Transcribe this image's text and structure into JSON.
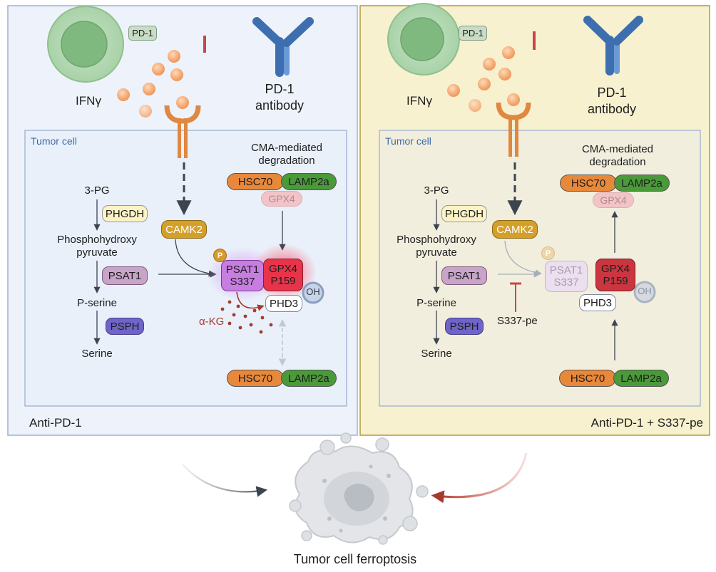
{
  "panels": {
    "left": {
      "footer": "Anti-PD-1",
      "receptor_label": "PD-1",
      "cytokine_label": "IFNγ",
      "antibody_label_line1": "PD-1",
      "antibody_label_line2": "antibody",
      "tumor_label": "Tumor cell",
      "cma_line1": "CMA-mediated",
      "cma_line2": "degradation",
      "pathway": {
        "pg": "3-PG",
        "phgdh": "PHGDH",
        "php_line1": "Phosphohydroxy",
        "php_line2": "pyruvate",
        "psat1": "PSAT1",
        "pserine": "P-serine",
        "psph": "PSPH",
        "serine": "Serine"
      },
      "camk2": "CAMK2",
      "hsc70_top": "HSC70",
      "lamp2a_top": "LAMP2a",
      "gpx4_faded": "GPX4",
      "psat1_complex_line1": "PSAT1",
      "psat1_complex_line2": "S337",
      "gpx4_complex_line1": "GPX4",
      "gpx4_complex_line2": "P159",
      "phospho": "P",
      "oh": "OH",
      "phd3": "PHD3",
      "akg": "α-KG",
      "hsc70_bottom": "HSC70",
      "lamp2a_bottom": "LAMP2a"
    },
    "right": {
      "footer": "Anti-PD-1 + S337-pe",
      "receptor_label": "PD-1",
      "cytokine_label": "IFNγ",
      "antibody_label_line1": "PD-1",
      "antibody_label_line2": "antibody",
      "tumor_label": "Tumor cell",
      "cma_line1": "CMA-mediated",
      "cma_line2": "degradation",
      "pathway": {
        "pg": "3-PG",
        "phgdh": "PHGDH",
        "php_line1": "Phosphohydroxy",
        "php_line2": "pyruvate",
        "psat1": "PSAT1",
        "pserine": "P-serine",
        "psph": "PSPH",
        "serine": "Serine"
      },
      "camk2": "CAMK2",
      "hsc70_top": "HSC70",
      "lamp2a_top": "LAMP2a",
      "gpx4_faded": "GPX4",
      "psat1_complex_line1": "PSAT1",
      "psat1_complex_line2": "S337",
      "gpx4_complex_line1": "GPX4",
      "gpx4_complex_line2": "P159",
      "phospho": "P",
      "oh": "OH",
      "phd3": "PHD3",
      "inhibitor": "S337-pe",
      "hsc70_bottom": "HSC70",
      "lamp2a_bottom": "LAMP2a"
    }
  },
  "bottom": {
    "ferroptosis_label": "Tumor cell ferroptosis"
  },
  "colors": {
    "left_panel_bg": "#eef3fb",
    "right_panel_bg": "#f7f1cf",
    "hsc70": "#e8883a",
    "lamp2a": "#4a9a3a",
    "camk2": "#d4a02a",
    "gpx4": "#e8344a",
    "psat1_complex": "#c77ee0",
    "psph": "#6f64c8",
    "inhibit_red": "#b8373c"
  }
}
